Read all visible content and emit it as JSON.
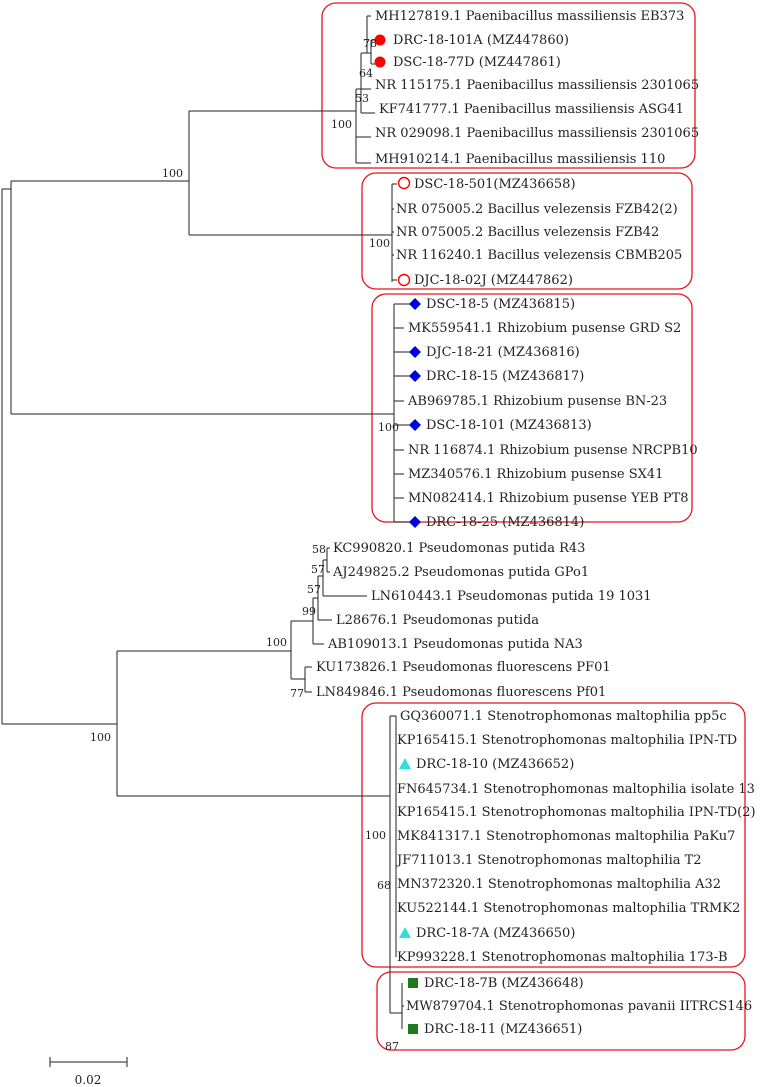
{
  "colors": {
    "line": "#222222",
    "box": "#e8141c",
    "circle_filled": "#ff0000",
    "circle_open": "#ff0000",
    "diamond": "#0000dd",
    "triangle": "#33dddd",
    "square": "#1f7a1f"
  },
  "leaves": [
    {
      "label": "MH127819.1 Paenibacillus massiliensis EB373",
      "marker": ""
    },
    {
      "label": "DRC-18-101A (MZ447860)",
      "marker": "circle-filled"
    },
    {
      "label": "DSC-18-77D (MZ447861)",
      "marker": "circle-filled"
    },
    {
      "label": "NR 115175.1 Paenibacillus massiliensis 2301065",
      "marker": ""
    },
    {
      "label": "KF741777.1 Paenibacillus massiliensis ASG41",
      "marker": ""
    },
    {
      "label": "NR 029098.1 Paenibacillus massiliensis 2301065",
      "marker": ""
    },
    {
      "label": "MH910214.1 Paenibacillus massiliensis 110",
      "marker": ""
    },
    {
      "label": "DSC-18-501(MZ436658)",
      "marker": "circle-open"
    },
    {
      "label": "NR 075005.2 Bacillus velezensis FZB42(2)",
      "marker": ""
    },
    {
      "label": "NR 075005.2 Bacillus velezensis FZB42",
      "marker": ""
    },
    {
      "label": "NR 116240.1 Bacillus velezensis CBMB205",
      "marker": ""
    },
    {
      "label": "DJC-18-02J (MZ447862)",
      "marker": "circle-open"
    },
    {
      "label": "DSC-18-5 (MZ436815)",
      "marker": "diamond"
    },
    {
      "label": "MK559541.1 Rhizobium pusense GRD S2",
      "marker": ""
    },
    {
      "label": "DJC-18-21 (MZ436816)",
      "marker": "diamond"
    },
    {
      "label": "DRC-18-15 (MZ436817)",
      "marker": "diamond"
    },
    {
      "label": "AB969785.1 Rhizobium pusense BN-23",
      "marker": ""
    },
    {
      "label": "DSC-18-101 (MZ436813)",
      "marker": "diamond"
    },
    {
      "label": "NR 116874.1 Rhizobium pusense NRCPB10",
      "marker": ""
    },
    {
      "label": "MZ340576.1 Rhizobium pusense SX41",
      "marker": ""
    },
    {
      "label": "MN082414.1 Rhizobium pusense YEB PT8",
      "marker": ""
    },
    {
      "label": "DRC-18-25 (MZ436814)",
      "marker": "diamond"
    },
    {
      "label": "KC990820.1 Pseudomonas putida R43",
      "marker": ""
    },
    {
      "label": "AJ249825.2 Pseudomonas putida GPo1",
      "marker": ""
    },
    {
      "label": "LN610443.1 Pseudomonas putida 19 1031",
      "marker": ""
    },
    {
      "label": "L28676.1 Pseudomonas putida",
      "marker": ""
    },
    {
      "label": "AB109013.1 Pseudomonas putida NA3",
      "marker": ""
    },
    {
      "label": "KU173826.1 Pseudomonas fluorescens PF01",
      "marker": ""
    },
    {
      "label": "LN849846.1 Pseudomonas fluorescens Pf01",
      "marker": ""
    },
    {
      "label": "GQ360071.1 Stenotrophomonas maltophilia pp5c",
      "marker": ""
    },
    {
      "label": "KP165415.1 Stenotrophomonas maltophilia IPN-TD",
      "marker": ""
    },
    {
      "label": "DRC-18-10 (MZ436652)",
      "marker": "triangle"
    },
    {
      "label": "FN645734.1 Stenotrophomonas maltophilia isolate 13",
      "marker": ""
    },
    {
      "label": "KP165415.1 Stenotrophomonas maltophilia IPN-TD(2)",
      "marker": ""
    },
    {
      "label": "MK841317.1 Stenotrophomonas maltophilia PaKu7",
      "marker": ""
    },
    {
      "label": "JF711013.1 Stenotrophomonas maltophilia T2",
      "marker": ""
    },
    {
      "label": "MN372320.1 Stenotrophomonas maltophilia A32",
      "marker": ""
    },
    {
      "label": "KU522144.1 Stenotrophomonas maltophilia TRMK2",
      "marker": ""
    },
    {
      "label": "DRC-18-7A (MZ436650)",
      "marker": "triangle"
    },
    {
      "label": "KP993228.1 Stenotrophomonas maltophilia 173-B",
      "marker": ""
    },
    {
      "label": "DRC-18-7B (MZ436648)",
      "marker": "square"
    },
    {
      "label": "MW879704.1 Stenotrophomonas pavanii IITRCS146",
      "marker": ""
    },
    {
      "label": "DRC-18-11 (MZ436651)",
      "marker": "square"
    }
  ],
  "bootstrap": {
    "b78": "78",
    "b64": "64",
    "b53": "53",
    "b100_paeni": "100",
    "b100_firm": "100",
    "b100_bac": "100",
    "b100_rhizo": "100",
    "b58": "58",
    "b57a": "57",
    "b57b": "57",
    "b99": "99",
    "b100_pseudo": "100",
    "b77": "77",
    "b100_gamma": "100",
    "b100_steno": "100",
    "b68": "68",
    "b87": "87"
  },
  "scale_bar": {
    "label": "0.02"
  }
}
